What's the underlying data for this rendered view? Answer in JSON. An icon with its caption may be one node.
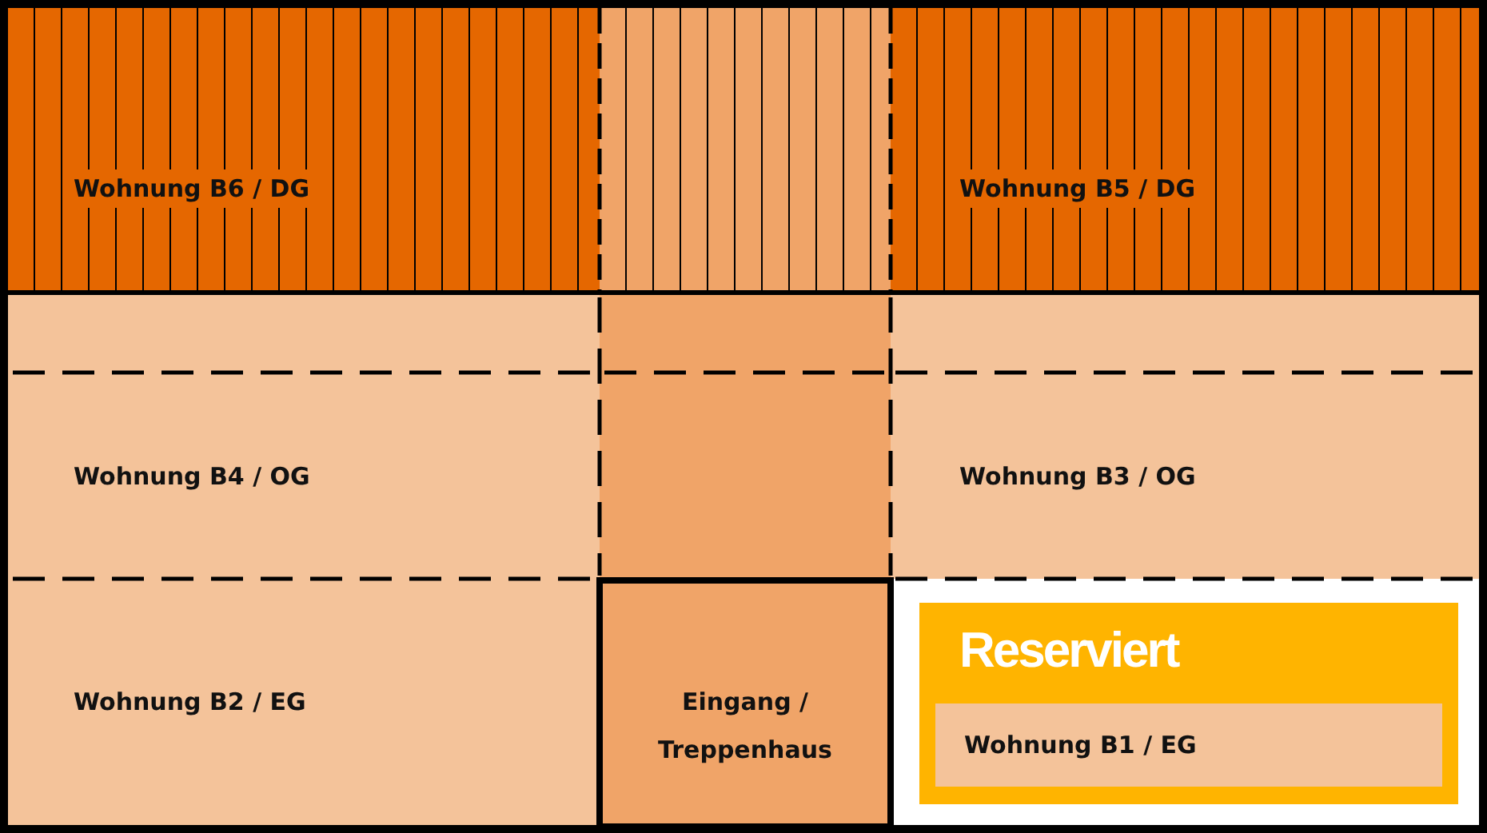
{
  "diagram": {
    "nodes": [
      {
        "text": [
          "Wohnung B6 / DG"
        ]
      },
      {
        "text": [],
        "shape": "box"
      },
      {
        "text": [
          "Wohnung B5 / DG"
        ]
      },
      {
        "text": [],
        "shape": "box"
      },
      {
        "text": [],
        "shape": "box"
      },
      {
        "text": [],
        "shape": "box"
      },
      {
        "text": [
          "Wohnung B4 / OG"
        ]
      },
      {
        "text": [],
        "shape": "box"
      },
      {
        "text": [
          "Wohnung B3 / OG"
        ]
      },
      {
        "text": [
          "Wohnung B2 / EG"
        ]
      },
      {
        "text": [
          "Eingang / Treppenhaus"
        ]
      },
      {
        "text": [
          "Reserviert"
        ]
      },
      {
        "text": [
          "Wohnung B1 / EG"
        ],
        "in": 11
      }
    ]
  }
}
